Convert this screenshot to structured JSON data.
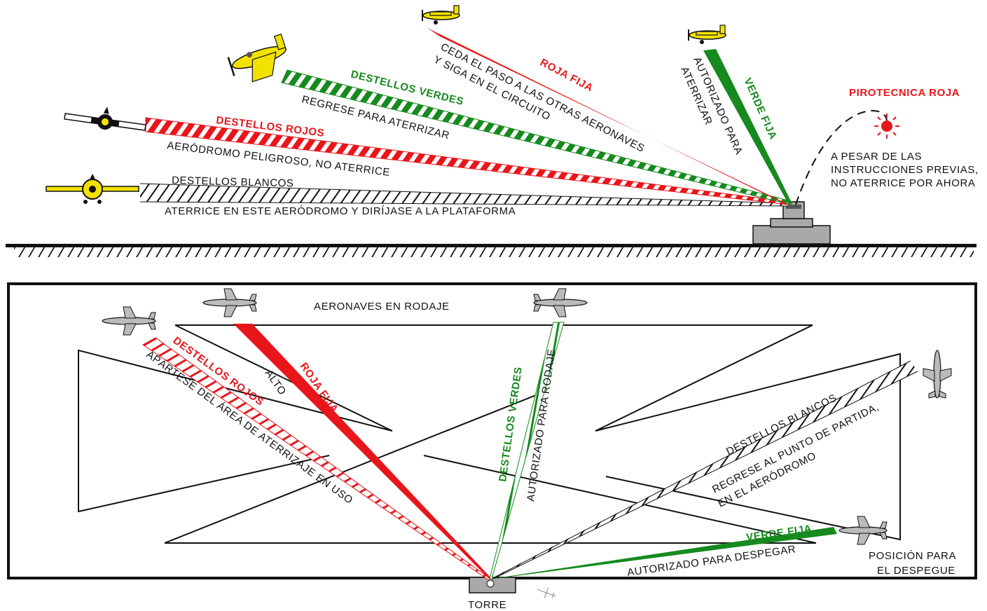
{
  "colors": {
    "red": "#e8161b",
    "green": "#168a1e",
    "black": "#111111",
    "yellow": "#f2e200",
    "gray": "#a9a9a9"
  },
  "top_scene": {
    "white_flashes": {
      "title": "DESTELLOS BLANCOS",
      "meaning": "ATERRICE EN ESTE AERÓDROMO Y DIRÍJASE A LA PLATAFORMA"
    },
    "red_flashes": {
      "title": "DESTELLOS ROJOS",
      "meaning": "AERÓDROMO PELIGROSO, NO ATERRICE"
    },
    "green_flashes": {
      "title": "DESTELLOS VERDES",
      "meaning": "REGRESE PARA ATERRIZAR"
    },
    "steady_red": {
      "title": "ROJA FIJA",
      "meaning_line1": "CEDA EL PASO A LAS OTRAS AERONAVES",
      "meaning_line2": "Y SIGA EN EL CIRCUITO"
    },
    "steady_green": {
      "title": "VERDE FIJA",
      "meaning_line1": "AUTORIZADO PARA",
      "meaning_line2": "ATERRIZAR"
    },
    "red_pyrotechnic": {
      "title": "PIROTECNICA ROJA",
      "line1": "A PESAR DE LAS",
      "line2": "INSTRUCCIONES PREVIAS,",
      "line3": "NO ATERRICE POR AHORA"
    }
  },
  "bottom_scene": {
    "taxiing_aircraft": "AERONAVES EN RODAJE",
    "red_flashes": {
      "title": "DESTELLOS ROJOS",
      "meaning": "APÁRTESE DEL ÁREA DE ATERRIZAJE EN USO"
    },
    "steady_red": {
      "title": "ROJA FIJA",
      "meaning": "ALTO"
    },
    "green_flashes": {
      "title": "DESTELLOS VERDES",
      "meaning": "AUTORIZADO PARA RODAJE"
    },
    "white_flashes": {
      "title": "DESTELLOS BLANCOS",
      "meaning_line1": "REGRESE AL PUNTO DE PARTIDA,",
      "meaning_line2": "EN EL AERÓDROMO"
    },
    "steady_green": {
      "title": "VERDE FIJA",
      "meaning": "AUTORIZADO PARA DESPEGAR"
    },
    "takeoff_position": {
      "line1": "POSICIÓN PARA",
      "line2": "EL DESPEGUE"
    },
    "tower": "TORRE"
  }
}
